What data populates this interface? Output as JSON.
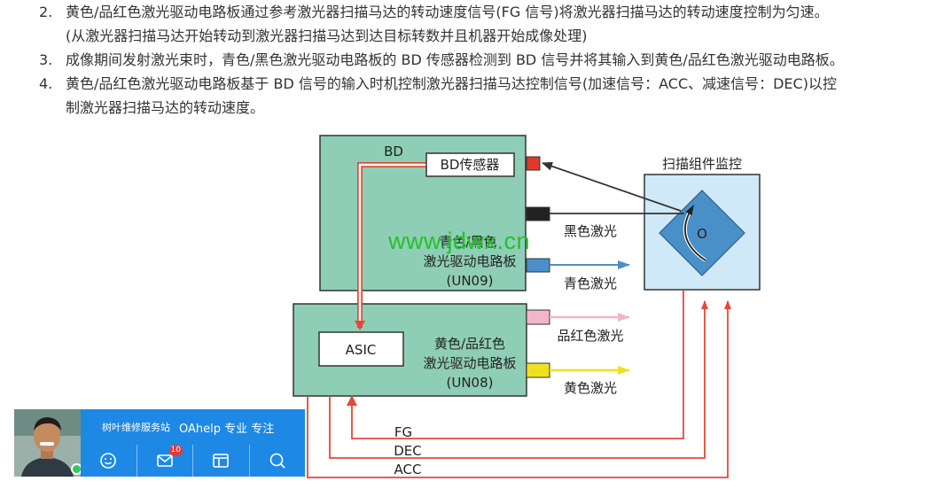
{
  "steps": [
    {
      "num": "2.",
      "line1": "黄色/品红色激光驱动电路板通过参考激光器扫描马达的转动速度信号(FG 信号)将激光器扫描马达的转动速度控制为匀速。",
      "line2": "(从激光器扫描马达开始转动到激光器扫描马达到达目标转数并且机器开始成像处理)"
    },
    {
      "num": "3.",
      "line1": "成像期间发射激光束时，青色/黑色激光驱动电路板的 BD 传感器检测到 BD 信号并将其输入到黄色/品红色激光驱动电路板。"
    },
    {
      "num": "4.",
      "line1": "黄色/品红色激光驱动电路板基于 BD 信号的输入时机控制激光器扫描马达控制信号(加速信号：ACC、减速信号：DEC)以控",
      "line2": "制激光器扫描马达的转动速度。"
    }
  ],
  "diagram": {
    "bd_label": "BD",
    "bd_sensor": "BD传感器",
    "un09_line1": "青色/黑色",
    "un09_line2": "激光驱动电路板",
    "un09_line3": "(UN09)",
    "asic": "ASIC",
    "un08_line1": "黄色/品红色",
    "un08_line2": "激光驱动电路板",
    "un08_line3": "(UN08)",
    "scanner_title": "扫描组件监控",
    "scanner_symbol": "O",
    "laser_black": "黑色激光",
    "laser_cyan": "青色激光",
    "laser_magenta": "品红色激光",
    "laser_yellow": "黄色激光",
    "sig_fg": "FG",
    "sig_dec": "DEC",
    "sig_acc": "ACC"
  },
  "colors": {
    "board": "#8fceb6",
    "scanner_bg": "#cfe9f8",
    "scanner_diamond": "#4a90c8",
    "bd_port": "#e03a2e",
    "black_port": "#222222",
    "cyan_port": "#4a90c8",
    "magenta_port": "#f2b6c8",
    "yellow_port": "#f0e020",
    "signal_line": "#e04a3a"
  },
  "watermark": "www.jdwx.cn",
  "profile": {
    "site": "树叶维修服务站",
    "slogan": "OAhelp 专业 专注",
    "badge_count": "10",
    "actions": [
      "smile-icon",
      "mail-icon",
      "panel-icon",
      "search-icon"
    ]
  }
}
